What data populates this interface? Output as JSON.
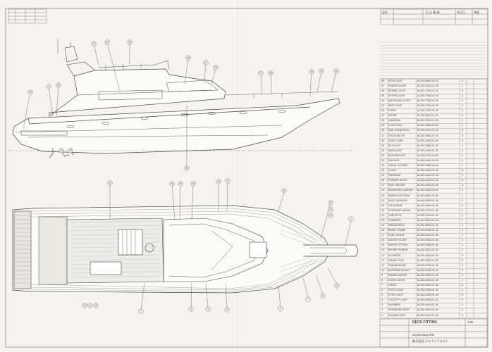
{
  "title_block": {
    "drawing_title": "DECK FITTING",
    "drawing_no": "AL252-3121-000",
    "scale": "1/40",
    "company": "株式会社 アルファクラフト"
  },
  "revision_header": {
    "col1": "記号",
    "col2": "訂 正 事 項",
    "col3": "年月日",
    "col4": "承認"
  },
  "parts": [
    {
      "no": "48",
      "name": "SPOTLIGHT",
      "pn": "AL253-8660-00-10",
      "qty": "1"
    },
    {
      "no": "47",
      "name": "SEARCHLIGHT",
      "pn": "AL253-2100-01-00",
      "qty": "1"
    },
    {
      "no": "46",
      "name": "SIGNAL LIGHT",
      "pn": "AL253-7740-01-00",
      "qty": "4"
    },
    {
      "no": "45",
      "name": "STERN LIGHT",
      "pn": "AL253-7450-02-00",
      "qty": "1"
    },
    {
      "no": "44",
      "name": "MASTHEAD LIGHT",
      "pn": "AL253-7150-01-00",
      "qty": "1"
    },
    {
      "no": "43",
      "name": "SIDE LIGHT",
      "pn": "AL253-7480-01-00",
      "qty": "2"
    },
    {
      "no": "42",
      "name": "HORN",
      "pn": "AL253-7440-01-00",
      "qty": "1"
    },
    {
      "no": "41",
      "name": "WIPER",
      "pn": "AL253-6145-01-00",
      "qty": "3"
    },
    {
      "no": "40",
      "name": "HANDRAIL",
      "pn": "AL253-5000-01-00",
      "qty": "1"
    },
    {
      "no": "39",
      "name": "FLAG POLE",
      "pn": "AL253-4865-00-00",
      "qty": "1"
    },
    {
      "no": "38",
      "name": "RAIL STANCHION",
      "pn": "AL253-4411-02-00",
      "qty": "8"
    },
    {
      "no": "37",
      "name": "DECK HATCH",
      "pn": "AL253-3800-01-00",
      "qty": "2"
    },
    {
      "no": "36",
      "name": "VENT COWL",
      "pn": "AL253-3460-01-00",
      "qty": "4"
    },
    {
      "no": "35",
      "name": "SKYLIGHT",
      "pn": "AL253-2880-01-00",
      "qty": "1"
    },
    {
      "no": "34",
      "name": "WINDLASS",
      "pn": "AL253-2640-01-00",
      "qty": "1"
    },
    {
      "no": "33",
      "name": "BOW ROLLER",
      "pn": "AL253-2470-00-00",
      "qty": "1"
    },
    {
      "no": "32",
      "name": "ANCHOR",
      "pn": "AL253-5460-00-00",
      "qty": "1"
    },
    {
      "no": "31",
      "name": "CHAIN LOCKER",
      "pn": "AL253-3580-00-00",
      "qty": "1"
    },
    {
      "no": "30",
      "name": "CLEAT",
      "pn": "AL253-3040-01-00",
      "qty": "6"
    },
    {
      "no": "29",
      "name": "FAIRLEAD",
      "pn": "AL253-2160-01-00",
      "qty": "4"
    },
    {
      "no": "28",
      "name": "FENDER HOOK",
      "pn": "AL253-4440-01-00",
      "qty": "8"
    },
    {
      "no": "27",
      "name": "ROD HOLDER",
      "pn": "AL253-2145-01-00",
      "qty": "4"
    },
    {
      "no": "26",
      "name": "BOARDING LADDER",
      "pn": "AL253-4520-00-00",
      "qty": "1"
    },
    {
      "no": "25",
      "name": "SWIM PLATFORM",
      "pn": "AL253-5540-01-00",
      "qty": "1"
    },
    {
      "no": "24",
      "name": "SEAT CUSHION",
      "pn": "AL253-3620-01-00",
      "qty": "1"
    },
    {
      "no": "23",
      "name": "HELM SEAT",
      "pn": "AL253-3640-01-00",
      "qty": "2"
    },
    {
      "no": "22",
      "name": "STEERING WHEEL",
      "pn": "AL253-4720-01-00",
      "qty": "1"
    },
    {
      "no": "21",
      "name": "THROTTLE",
      "pn": "AL253-4730-01-00",
      "qty": "1"
    },
    {
      "no": "20",
      "name": "COMPASS",
      "pn": "AL253-6140-01-00",
      "qty": "1"
    },
    {
      "no": "19",
      "name": "WINDSHIELD",
      "pn": "AL253-6000-01-00",
      "qty": "1"
    },
    {
      "no": "18",
      "name": "BIMINI FRAME",
      "pn": "AL253-6280-01-00",
      "qty": "1"
    },
    {
      "no": "17",
      "name": "FUEL FILLER",
      "pn": "AL253-5040-01-00",
      "qty": "2"
    },
    {
      "no": "16",
      "name": "WATER FILLER",
      "pn": "AL253-5060-01-00",
      "qty": "1"
    },
    {
      "no": "15",
      "name": "WASTE FITTING",
      "pn": "AL253-5080-01-00",
      "qty": "1"
    },
    {
      "no": "14",
      "name": "SHORE POWER",
      "pn": "AL253-5150-01-00",
      "qty": "1"
    },
    {
      "no": "13",
      "name": "SCUPPER",
      "pn": "AL253-5180-01-00",
      "qty": "4"
    },
    {
      "no": "12",
      "name": "DRAIN PLUG",
      "pn": "AL253-5200-01-00",
      "qty": "2"
    },
    {
      "no": "11",
      "name": "TRANSDUCER",
      "pn": "AL253-5230-01-00",
      "qty": "1"
    },
    {
      "no": "10",
      "name": "ANTENNA MOUNT",
      "pn": "AL253-5260-01-00",
      "qty": "2"
    },
    {
      "no": "9",
      "name": "RADAR MOUNT",
      "pn": "AL253-5300-01-00",
      "qty": "1"
    },
    {
      "no": "8",
      "name": "DOOR LATCH",
      "pn": "AL253-5320-01-00",
      "qty": "2"
    },
    {
      "no": "7",
      "name": "HINGE",
      "pn": "AL253-5340-01-00",
      "qty": "6"
    },
    {
      "no": "6",
      "name": "DECK LIGHT",
      "pn": "AL253-5360-01-00",
      "qty": "4"
    },
    {
      "no": "5",
      "name": "STEP LIGHT",
      "pn": "AL253-5380-01-00",
      "qty": "6"
    },
    {
      "no": "4",
      "name": "COCKPIT LIGHT",
      "pn": "AL253-5400-01-00",
      "qty": "2"
    },
    {
      "no": "3",
      "name": "SHOWER",
      "pn": "AL253-5420-01-00",
      "qty": "1"
    },
    {
      "no": "2",
      "name": "TRANSOM DOOR",
      "pn": "AL253-5440-01-00",
      "qty": "1"
    },
    {
      "no": "1",
      "name": "ENGINE VENT",
      "pn": "AL253-5470-01-00",
      "qty": "2"
    }
  ],
  "callouts_profile": [
    "40",
    "41",
    "42",
    "43",
    "44",
    "45",
    "46",
    "47",
    "48",
    "37",
    "38",
    "39",
    "33",
    "34",
    "35",
    "36",
    "28"
  ],
  "callouts_plan": [
    "22",
    "23",
    "24",
    "25",
    "26",
    "27",
    "29",
    "30",
    "31",
    "32",
    "1",
    "2",
    "3",
    "4",
    "5",
    "6",
    "7",
    "8",
    "9",
    "10",
    "11",
    "12"
  ]
}
